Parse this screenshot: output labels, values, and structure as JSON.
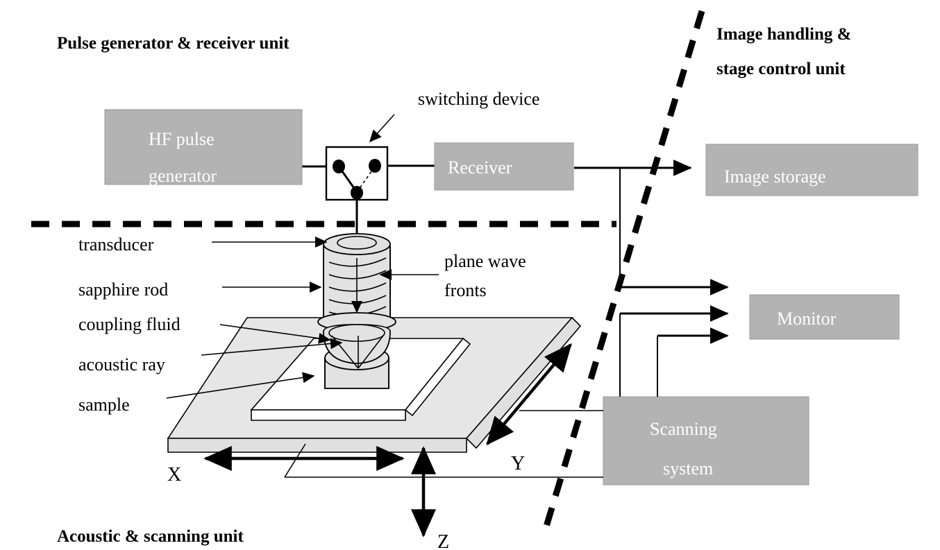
{
  "diagram": {
    "title_region": {
      "pulse_unit": "Pulse generator & receiver unit",
      "image_unit_line1": "Image handling &",
      "image_unit_line2": "stage control unit",
      "acoustic_unit": "Acoustic & scanning unit"
    },
    "boxes": {
      "hf_pulse_generator_line1": "HF pulse",
      "hf_pulse_generator_line2": "generator",
      "receiver": "Receiver",
      "image_storage": "Image storage",
      "monitor": "Monitor",
      "scanning_system_line1": "Scanning",
      "scanning_system_line2": "system"
    },
    "callouts": {
      "switching_device": "switching device",
      "transducer": "transducer",
      "sapphire_rod": "sapphire rod",
      "coupling_fluid": "coupling fluid",
      "acoustic_ray": "acoustic ray",
      "sample": "sample",
      "plane_wave_line1": "plane wave",
      "plane_wave_line2": "fronts"
    },
    "axes": {
      "x": "X",
      "y": "Y",
      "z": "Z"
    },
    "colors": {
      "box_gray": "#b3b3b3",
      "stage_gray": "#e6e6e6",
      "cylinder_gray": "#e2e2e2",
      "line_black": "#000000",
      "box_text": "#ffffff",
      "background": "#ffffff"
    }
  }
}
